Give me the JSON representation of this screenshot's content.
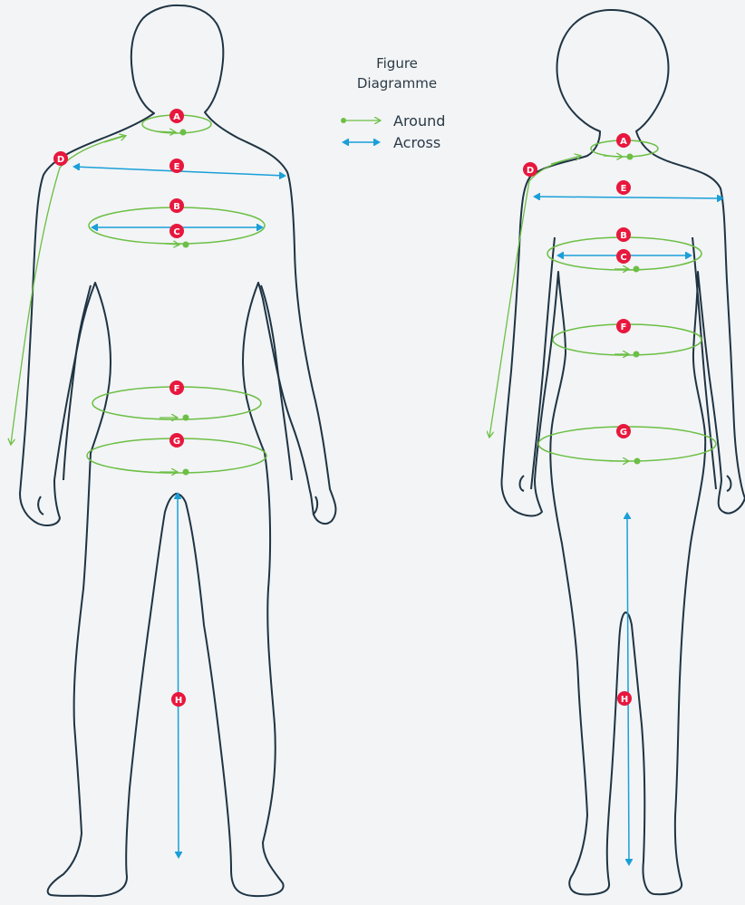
{
  "legend": {
    "title_line1": "Figure",
    "title_line2": "Diagramme",
    "around": "Around",
    "across": "Across"
  },
  "colors": {
    "outline": "#1f3443",
    "around": "#6cbf44",
    "across": "#1a9fd8",
    "marker": "#e8173d",
    "background": "#f2f4f6"
  },
  "male": {
    "markers": [
      "A",
      "E",
      "B",
      "C",
      "D",
      "F",
      "G",
      "H"
    ]
  },
  "female": {
    "markers": [
      "A",
      "D",
      "E",
      "B",
      "C",
      "F",
      "G",
      "H"
    ]
  }
}
